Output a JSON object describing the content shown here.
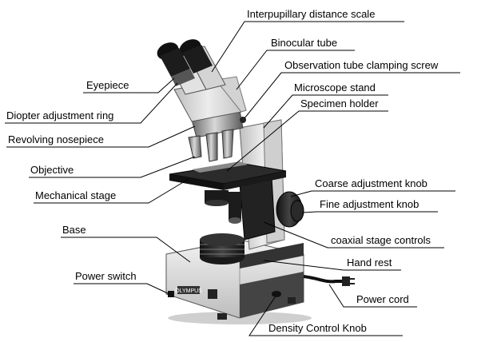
{
  "labels": [
    {
      "id": "interpupillary",
      "text": "Interpupillary distance scale"
    },
    {
      "id": "binocular",
      "text": "Binocular tube"
    },
    {
      "id": "clamping",
      "text": "Observation tube clamping screw"
    },
    {
      "id": "stand",
      "text": "Microscope stand"
    },
    {
      "id": "holder",
      "text": "Specimen holder"
    },
    {
      "id": "eyepiece",
      "text": "Eyepiece"
    },
    {
      "id": "diopter",
      "text": "Diopter adjustment ring"
    },
    {
      "id": "nosepiece",
      "text": "Revolving nosepiece"
    },
    {
      "id": "objective",
      "text": "Objective"
    },
    {
      "id": "mech-stage",
      "text": "Mechanical stage"
    },
    {
      "id": "coarse",
      "text": "Coarse adjustment knob"
    },
    {
      "id": "fine",
      "text": "Fine adjustment knob"
    },
    {
      "id": "base",
      "text": "Base"
    },
    {
      "id": "coaxial",
      "text": "coaxial stage controls"
    },
    {
      "id": "handrest",
      "text": "Hand rest"
    },
    {
      "id": "power-switch",
      "text": "Power switch"
    },
    {
      "id": "power-cord",
      "text": "Power cord"
    },
    {
      "id": "density",
      "text": "Density Control Knob"
    }
  ],
  "brand_plate": "OLYMPUS"
}
